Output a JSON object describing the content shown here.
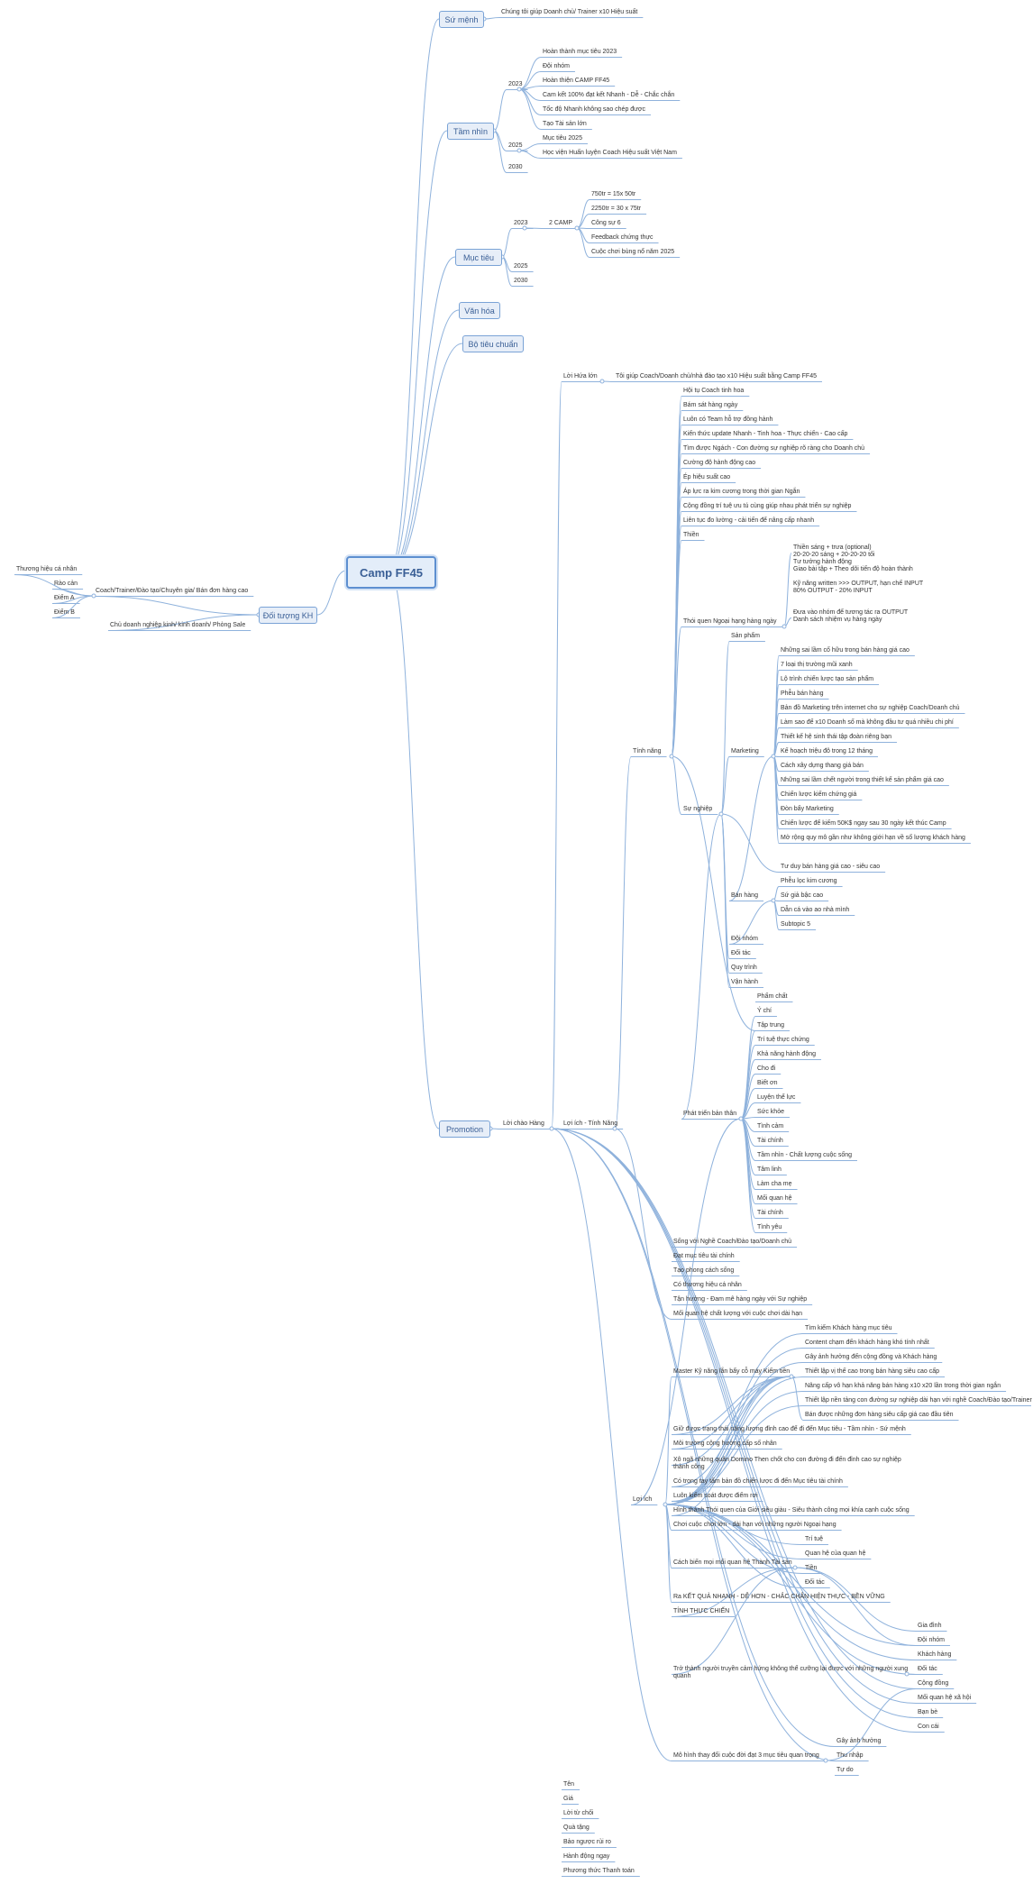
{
  "root": "Camp FF45",
  "branches": {
    "su_menh": "Sứ mệnh",
    "tam_nhin": "Tầm nhìn",
    "muc_tieu": "Mục tiêu",
    "van_hoa": "Văn hóa",
    "bo_tieu_chuan": "Bộ tiêu chuẩn",
    "doi_tuong": "Đối tượng KH",
    "promotion": "Promotion"
  },
  "labels": [
    "Chúng tôi giúp Doanh chủ/ Trainer x10 Hiệu suất",
    "2023",
    "Hoàn thành mục tiêu 2023",
    "Đội nhóm",
    "Hoàn thiện CAMP FF45",
    "Cam kết 100% đạt kết Nhanh - Dễ - Chắc chắn",
    "Tốc độ Nhanh không sao chép được",
    "Tạo Tài sản lớn",
    "2025",
    "Mục tiêu 2025",
    "Học viện Huấn luyện Coach Hiệu suất Việt Nam",
    "2030",
    "2023",
    "2 CAMP",
    "750tr = 15x 50tr",
    "2250tr = 30 x 75tr",
    "Công sự 6",
    "Feedback chứng thực",
    "Cuộc chơi bùng nổ năm 2025",
    "2025",
    "2030",
    "Coach/Trainer/Đào tạo/Chuyên gia/ Bán đơn hàng cao",
    "Thương hiệu cá nhân",
    "Rào cản",
    "Điểm A",
    "Điểm B",
    "Chủ doanh nghiệp kinh/ kinh doanh/ Phòng Sale",
    "Lời chào Hàng",
    "Lời Hứa lớn",
    "Tôi giúp Coach/Doanh chủ/nhà đào tạo x10 Hiệu suất bằng Camp FF45",
    "Lợi ích - Tính Năng",
    "Tính năng",
    "Hội tụ Coach tinh hoa",
    "Bám sát hàng ngày",
    "Luôn có Team hỗ trợ đồng hành",
    "Kiến thức update Nhanh - Tinh hoa - Thực chiến - Cao cấp",
    "Tìm được Ngách - Con đường sự nghiệp rõ ràng cho Doanh chủ",
    "Cường độ hành động cao",
    "Ép hiệu suất cao",
    "Áp lực ra kim cương trong thời gian Ngắn",
    "Cộng đồng trí tuệ ưu tú cùng giúp nhau phát triển sự nghiệp",
    "Liên tục đo lường - cải tiến để nâng cấp nhanh",
    "Thiền",
    "Thói quen Ngoại hạng hàng ngày",
    "Thiền sáng + trưa (optional)\n20-20-20 sáng + 20-20-20 tối\nTư tưởng hành động\nGiao bài tập + Theo dõi tiến độ hoàn thành\n\nKỹ năng written >>> OUTPUT, hạn chế INPUT\n80% OUTPUT - 20% INPUT",
    "Đưa vào nhóm để tương tác ra OUTPUT\nDanh sách nhiệm vụ hàng ngày",
    "Sự nghiệp",
    "Sản phẩm",
    "Marketing",
    "Những sai lầm cố hữu trong bán hàng giá cao",
    "7 loại thị trường mũi xanh",
    "Lộ trình chiến lược tạo sản phẩm",
    "Phễu bán hàng",
    "Bản đồ Marketing trên internet cho sự nghiệp Coach/Doanh chủ",
    "Làm sao để x10 Doanh số mà không đầu tư quá nhiều chi phí",
    "Thiết kế hệ sinh thái tập đoàn riêng bạn",
    "Kế hoạch triệu đô trong 12 tháng",
    "Cách xây dựng thang giá bán",
    "Những sai lầm chết người trong thiết kế sản phẩm giá cao",
    "Chiến lược kiếm chứng giá",
    "Đòn bẩy Marketing",
    "Chiến lược để kiếm 50K$ ngay sau 30 ngày kết thúc Camp",
    "Mở rộng quy mô gần như không giới hạn về số lượng khách hàng",
    "Bán hàng",
    "Tư duy bán hàng giá cao - siêu cao",
    "Phễu lọc kim cương",
    "Sứ giả bậc cao",
    "Dẫn cá vào ao nhà mình",
    "Subtopic 5",
    "Đội nhóm",
    "Đối tác",
    "Quy trình",
    "Vận hành",
    "Phát triển bản thân",
    "Phẩm chất",
    "Ý chí",
    "Tập trung",
    "Trí tuệ thực chứng",
    "Khả năng hành động",
    "Cho đi",
    "Biết ơn",
    "Luyện thể lực",
    "Sức khỏe",
    "Tình cảm",
    "Tài chính",
    "Tầm nhìn - Chất lượng cuộc sống",
    "Tâm linh",
    "Làm cha mẹ",
    "Mối quan hệ",
    "Tài chính",
    "Tình yêu",
    "Lợi ích",
    "Sống với Nghề Coach/Đào tạo/Doanh chủ",
    "Đạt mục tiêu tài chính",
    "Tạo phong cách sống",
    "Có thương hiệu cá nhân",
    "Tận hưởng - Đam mê hàng ngày với Sự nghiệp",
    "Mối quan hệ chất lượng với cuộc chơi dài hạn",
    "Master Kỹ năng lắn bẩy cỗ máy Kiếm tiền",
    "Tìm kiếm Khách hàng mục tiêu",
    "Content chạm đến khách hàng khó tính nhất",
    "Gây ảnh hưởng đến cộng đồng và Khách hàng",
    "Thiết lập vị thế cao trong bán hàng siêu cao cấp",
    "Nâng cấp vô hạn khả năng bán hàng x10 x20 lần trong thời gian ngắn",
    "Thiết lập nền tảng con đường sự nghiệp dài hạn với nghề Coach/Đào tạo/Trainer",
    "Bán được những đơn hàng siêu cấp giá cao đầu tiên",
    "Giữ được trạng thái năng lượng đỉnh cao để đi đến Mục tiêu - Tầm nhìn - Sứ mệnh",
    "Môi trường cộng hưởng cấp số nhân",
    "Xô ngã những quân Domino Then chốt cho con đường đi đến đỉnh cao sự nghiệp\nthành công",
    "Có trong tay tấm bản đồ chiến lược đi đến Mục tiêu tài chính",
    "Luôn kiểm soát được điểm rơi",
    "Hình thành Thói quen của Giới siêu giàu - Siêu thành công mọi khía cạnh cuộc sống",
    "Chơi cuộc chơi lớn - dài hạn với những người Ngoại hạng",
    "Cách biến mọi mối quan hệ Thành Tài sản",
    "Trí tuệ",
    "Quan hệ của quan hệ",
    "Tiền",
    "Đối tác",
    "Ra KẾT QUẢ NHANH - DỄ HƠN - CHẮC CHẮN HIỆN THỰC - BỀN VỮNG",
    "TÍNH THỰC CHIẾN",
    "Trở thành người truyền cảm hứng không thể cưỡng lại được với những người xung\nquanh",
    "Gia đình",
    "Đội nhóm",
    "Khách hàng",
    "Đối tác",
    "Cộng đồng",
    "Mối quan hệ xã hội",
    "Bạn bè",
    "Con cái",
    "Mô hình thay đổi cuộc đời đạt 3 mục tiêu quan trọng",
    "Gây ảnh hưởng",
    "Thu nhập",
    "Tự do",
    "Tên",
    "Giá",
    "Lời từ chối",
    "Quà tặng",
    "Bảo ngược rủi ro",
    "Hành động ngay",
    "Phương thức Thanh toán"
  ]
}
